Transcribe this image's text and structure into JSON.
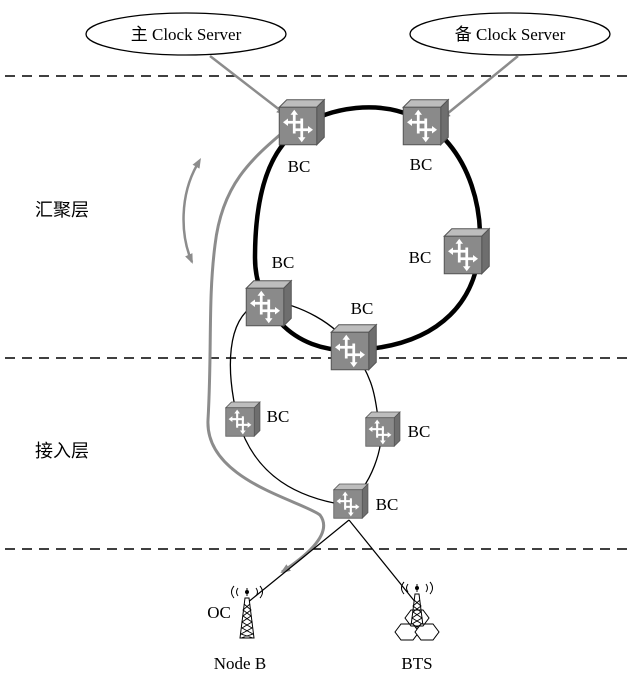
{
  "servers": {
    "primary": "主 Clock Server",
    "backup": "备 Clock Server"
  },
  "layers": {
    "aggregation": "汇聚层",
    "access": "接入层"
  },
  "nodes": {
    "bc": "BC",
    "oc": "OC",
    "node_b": "Node B",
    "bts": "BTS"
  },
  "colors": {
    "switch": "#8a8a8a",
    "arrow": "#8c8c8c",
    "ring": "#000000"
  }
}
